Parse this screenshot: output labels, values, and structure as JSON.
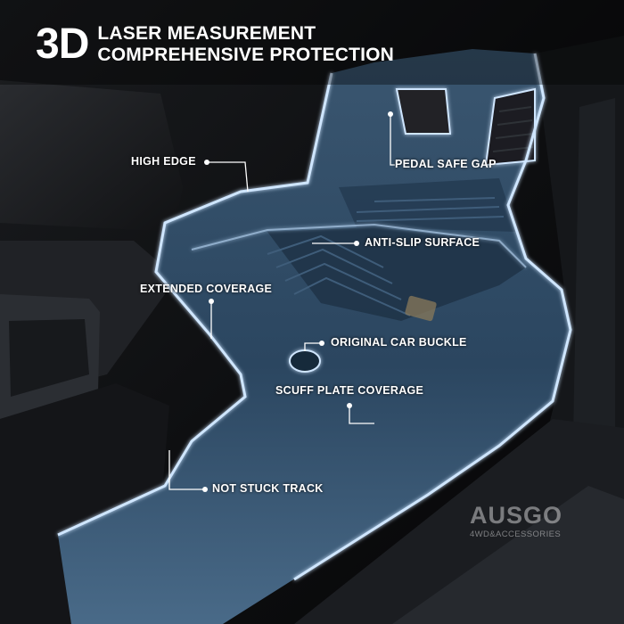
{
  "headline": {
    "big": "3D",
    "line1": "LASER MEASUREMENT",
    "line2": "COMPREHENSIVE PROTECTION"
  },
  "callouts": {
    "high_edge": "HIGH EDGE",
    "pedal_safe_gap": "PEDAL SAFE GAP",
    "anti_slip_surface": "ANTI-SLIP SURFACE",
    "extended_coverage": "EXTENDED COVERAGE",
    "original_car_buckle": "ORIGINAL CAR BUCKLE",
    "scuff_plate_coverage": "SCUFF PLATE COVERAGE",
    "not_stuck_track": "NOT STUCK TRACK"
  },
  "brand": {
    "name": "AUSGO",
    "tagline": "4WD&ACCESSORIES"
  },
  "colors": {
    "glow_outline": "#cfe6ff",
    "mat_tint": "#2f4a66",
    "background": "#0b0c0e"
  }
}
